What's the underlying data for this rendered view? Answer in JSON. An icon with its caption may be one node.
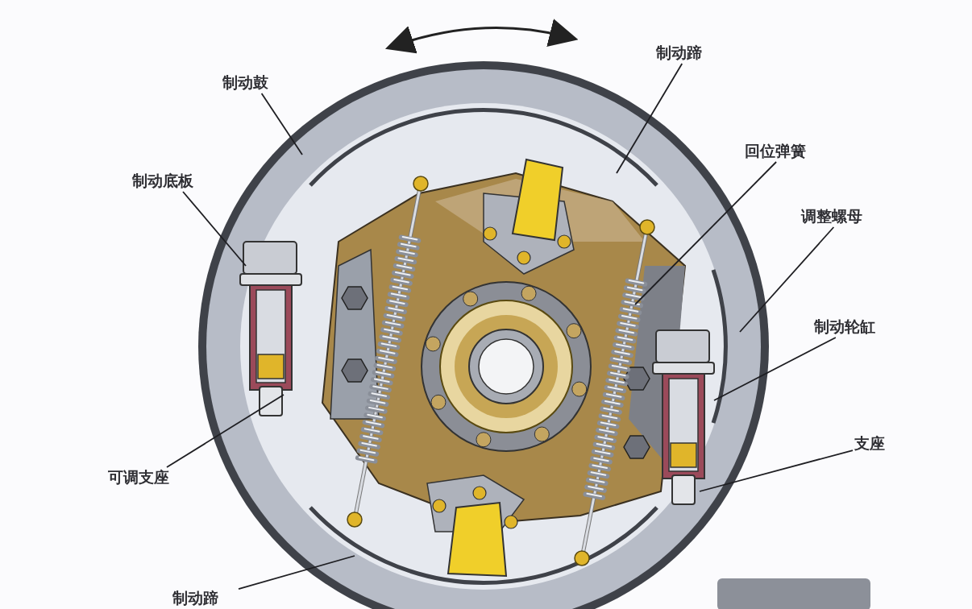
{
  "diagram": {
    "nodes": [
      {
        "text": [
          "制动鼓"
        ]
      },
      {
        "text": [
          "制动底板"
        ]
      },
      {
        "text": [
          "可调支座"
        ]
      },
      {
        "text": [
          "制动蹄"
        ]
      },
      {
        "text": [
          "回位弹簧"
        ]
      },
      {
        "text": [
          "调整螺母"
        ]
      },
      {
        "text": [
          "制动轮缸"
        ]
      },
      {
        "text": [
          "支座"
        ]
      },
      {
        "text": [
          "制动蹄"
        ]
      }
    ],
    "edges": [
      {
        "from": 0,
        "to": null,
        "arrow": "none"
      },
      {
        "from": 1,
        "to": null,
        "arrow": "none"
      },
      {
        "from": 2,
        "to": null,
        "arrow": "none"
      },
      {
        "from": 3,
        "to": null,
        "arrow": "none"
      },
      {
        "from": 4,
        "to": null,
        "arrow": "none"
      },
      {
        "from": 5,
        "to": null,
        "arrow": "none"
      },
      {
        "from": 6,
        "to": null,
        "arrow": "none"
      },
      {
        "from": 7,
        "to": null,
        "arrow": "none"
      },
      {
        "from": 8,
        "to": null,
        "arrow": "none"
      }
    ]
  }
}
